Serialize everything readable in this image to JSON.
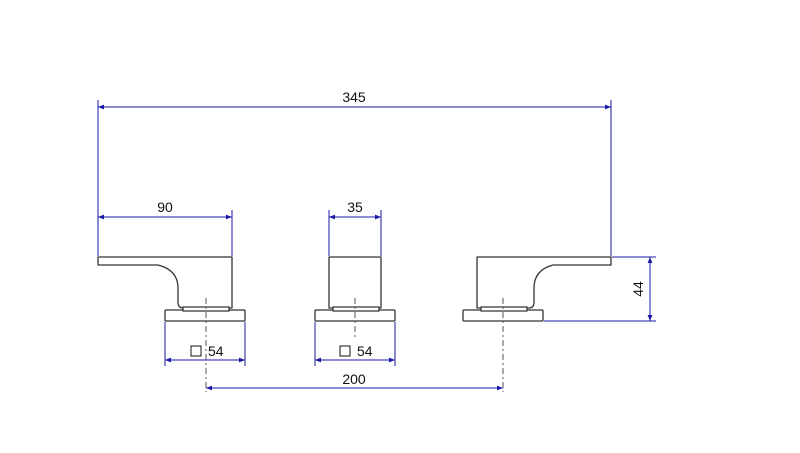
{
  "dimensions": {
    "overall_width": "345",
    "lever_length": "90",
    "spout_width": "35",
    "base_left": "54",
    "base_middle": "54",
    "center_distance": "200",
    "height": "44"
  },
  "colors": {
    "dimension": "#1a1aa6",
    "outline": "#333333",
    "text": "#111111"
  },
  "symbols": {
    "square": "square-symbol"
  }
}
